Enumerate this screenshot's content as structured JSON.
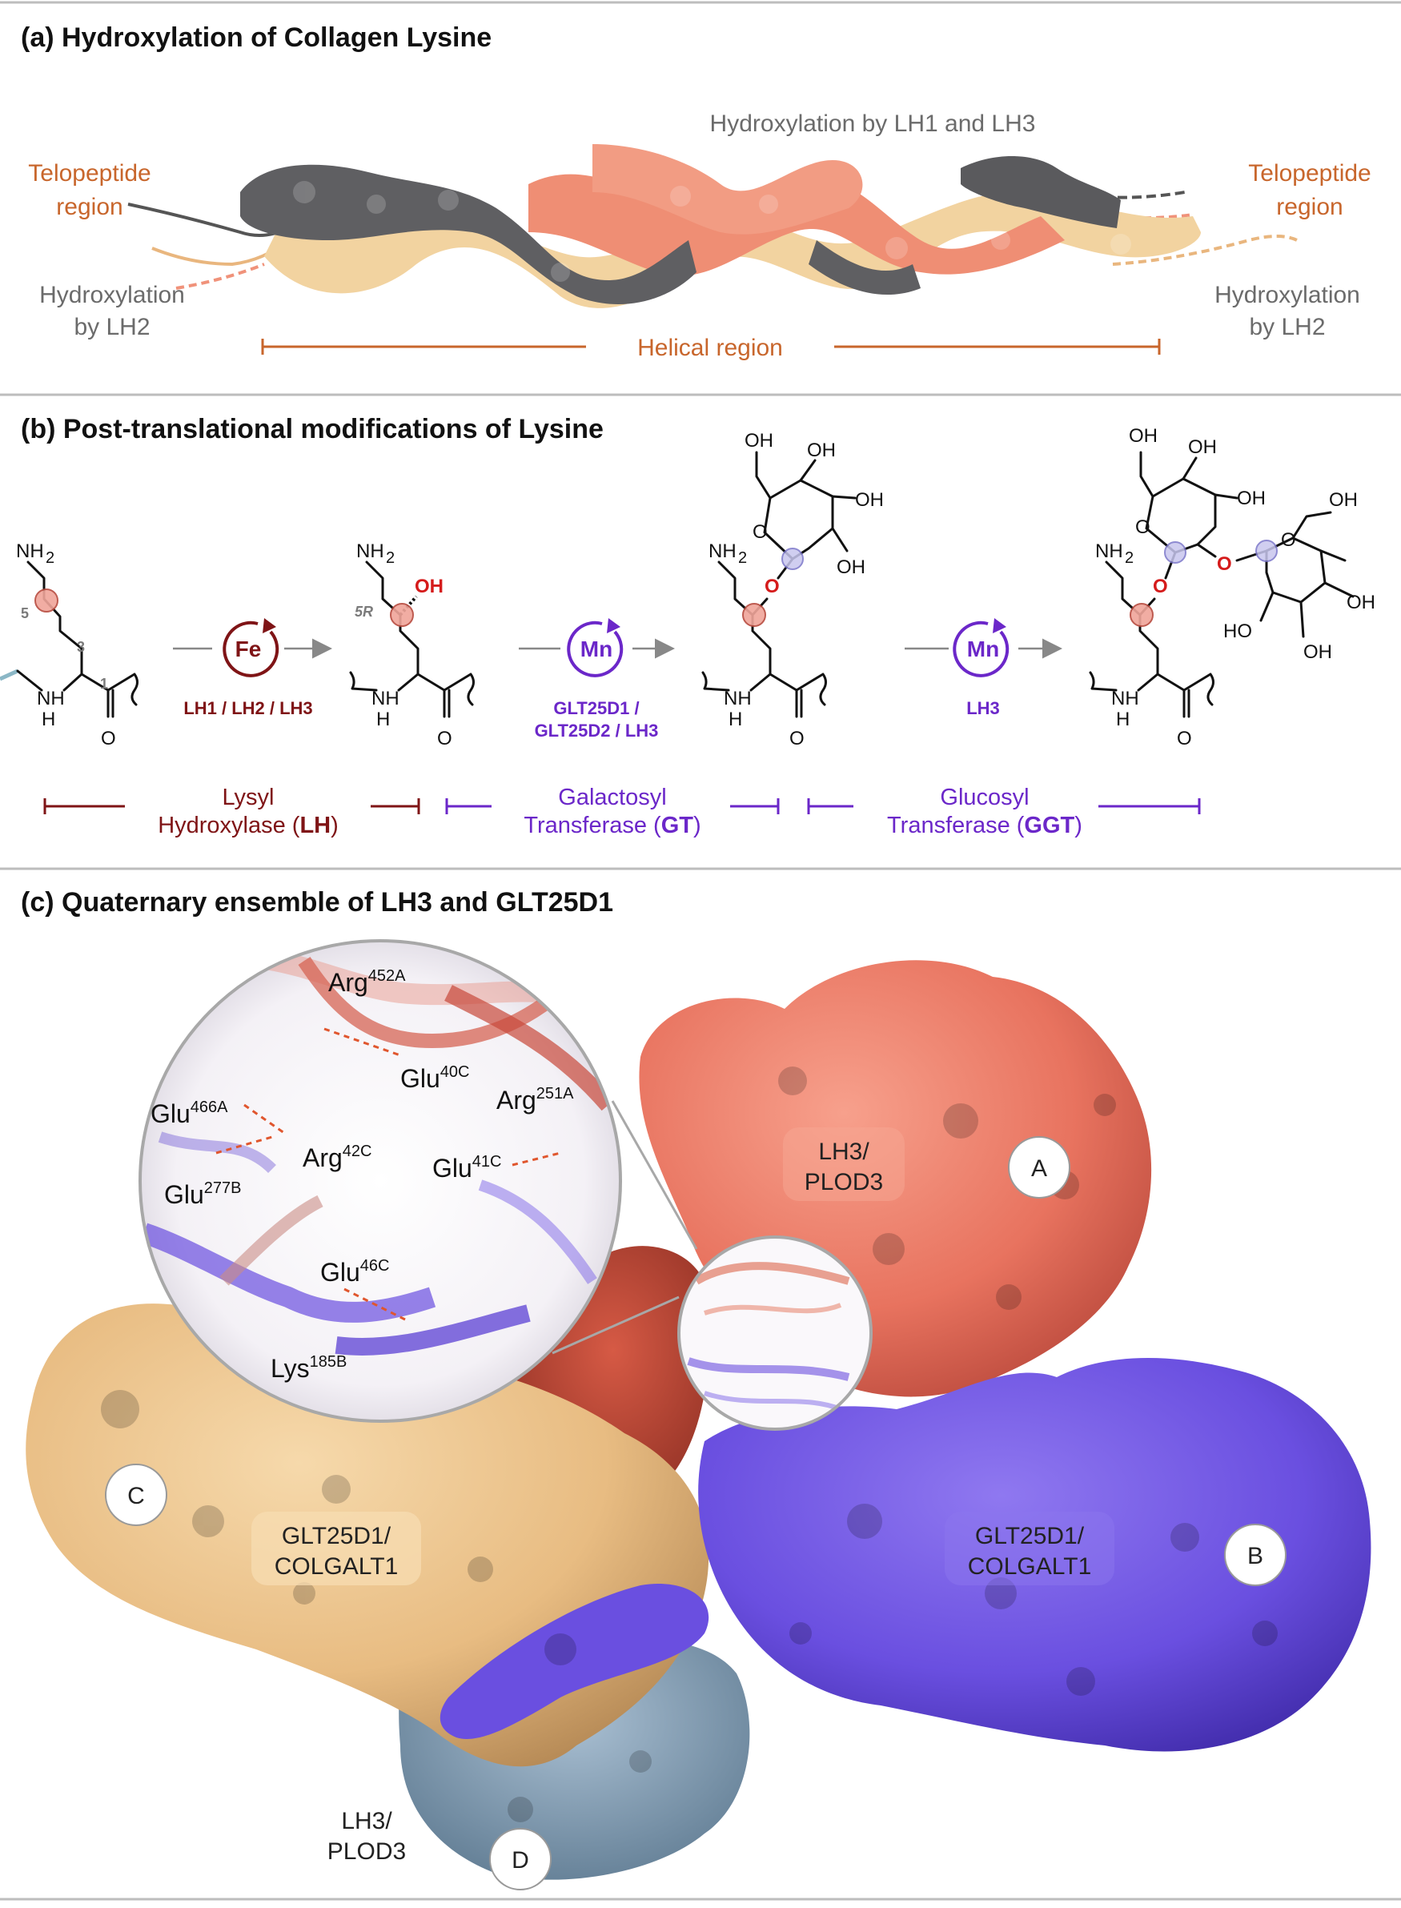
{
  "panel_a": {
    "title": "(a) Hydroxylation of Collagen Lysine",
    "label_lh1_lh3": "Hydroxylation by LH1 and LH3",
    "telopeptide_left": [
      "Telopeptide",
      "region"
    ],
    "telopeptide_right": [
      "Telopeptide",
      "region"
    ],
    "lh2_left": [
      "Hydroxylation",
      "by LH2"
    ],
    "lh2_right": [
      "Hydroxylation",
      "by LH2"
    ],
    "helical": "Helical region"
  },
  "panel_b": {
    "title": "(b) Post-translational modifications of Lysine",
    "atoms": {
      "nh2": "NH",
      "sub2": "2",
      "nh": "NH",
      "h": "H",
      "o": "O",
      "oh": "OH",
      "ho": "HO",
      "c5": "5",
      "c3": "3",
      "c1": "1",
      "c5r": "5R"
    },
    "step1": {
      "metal": "Fe",
      "enzymes": "LH1 / LH2 / LH3"
    },
    "step2": {
      "metal": "Mn",
      "enzymes_line1": "GLT25D1 /",
      "enzymes_line2": "GLT25D2 / LH3"
    },
    "step3": {
      "metal": "Mn",
      "enzymes": "LH3"
    },
    "family_lh": {
      "line1": "Lysyl",
      "line2_pre": "Hydroxylase (",
      "abbr": "LH",
      "line2_post": ")"
    },
    "family_gt": {
      "line1": "Galactosyl",
      "line2_pre": "Transferase (",
      "abbr": "GT",
      "line2_post": ")"
    },
    "family_ggt": {
      "line1": "Glucosyl",
      "line2_pre": "Transferase (",
      "abbr": "GGT",
      "line2_post": ")"
    }
  },
  "panel_c": {
    "title": "(c) Quaternary ensemble of LH3 and GLT25D1",
    "residues": [
      {
        "name": "Arg",
        "sup": "452A"
      },
      {
        "name": "Glu",
        "sup": "40C"
      },
      {
        "name": "Arg",
        "sup": "251A"
      },
      {
        "name": "Glu",
        "sup": "466A"
      },
      {
        "name": "Arg",
        "sup": "42C"
      },
      {
        "name": "Glu",
        "sup": "41C"
      },
      {
        "name": "Glu",
        "sup": "277B"
      },
      {
        "name": "Glu",
        "sup": "46C"
      },
      {
        "name": "Lys",
        "sup": "185B"
      }
    ],
    "chain_a": {
      "letter": "A",
      "name": [
        "LH3/",
        "PLOD3"
      ]
    },
    "chain_b": {
      "letter": "B",
      "name": [
        "GLT25D1/",
        "COLGALT1"
      ]
    },
    "chain_c": {
      "letter": "C",
      "name": [
        "GLT25D1/",
        "COLGALT1"
      ]
    },
    "chain_d": {
      "letter": "D",
      "name": [
        "LH3/",
        "PLOD3"
      ]
    }
  },
  "colors": {
    "lh_red": "#7f1416",
    "mn_purple": "#6b27c9",
    "label_orange": "#c8662c",
    "chain_a": "#e8735f",
    "chain_b": "#6a4fe0",
    "chain_c": "#f1c58b",
    "chain_d": "#7895ad",
    "collagen_dark": "#5f5f62",
    "collagen_salmon": "#f0927a",
    "collagen_tan": "#f3d6a6"
  }
}
